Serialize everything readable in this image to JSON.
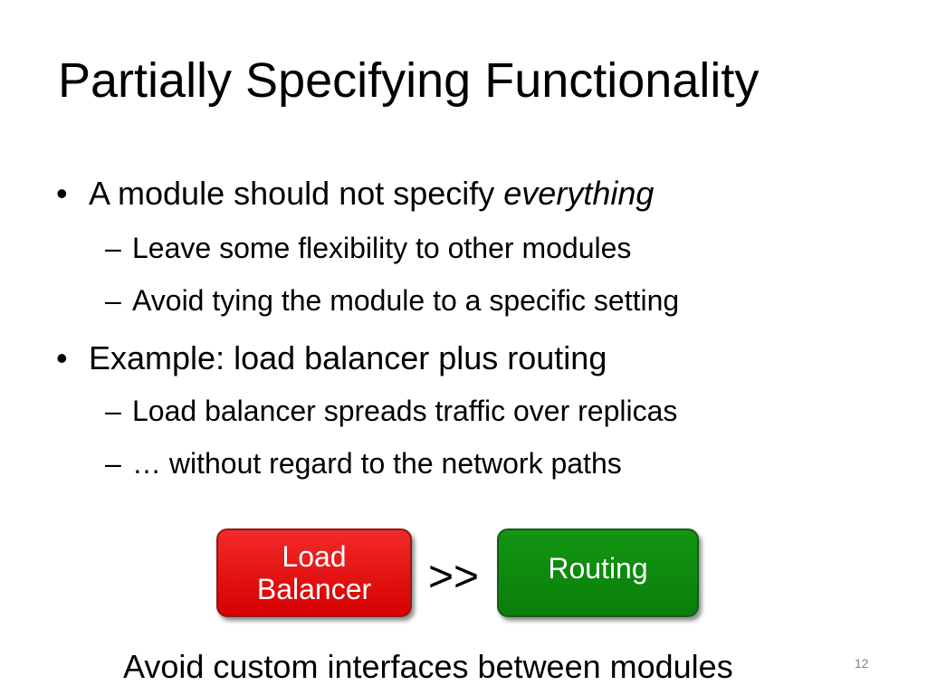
{
  "slide": {
    "title": "Partially Specifying Functionality",
    "bullets": [
      {
        "marker": "•",
        "text_plain": "A module should not specify ",
        "text_emph": "everything",
        "subs": [
          {
            "marker": "–",
            "text": "Leave some flexibility to other modules"
          },
          {
            "marker": "–",
            "text": "Avoid tying the module to a specific setting"
          }
        ]
      },
      {
        "marker": "•",
        "text": "Example: load balancer plus routing",
        "subs": [
          {
            "marker": "–",
            "text": "Load balancer spreads traffic over replicas"
          },
          {
            "marker": "–",
            "text": "… without regard to the network paths"
          }
        ]
      }
    ],
    "diagram": {
      "left_box": {
        "line1": "Load",
        "line2": "Balancer",
        "color": "#e81010"
      },
      "operator": ">>",
      "right_box": {
        "label": "Routing",
        "color": "#0e8a0e"
      }
    },
    "caption": "Avoid custom interfaces between modules",
    "page_number": "12"
  }
}
